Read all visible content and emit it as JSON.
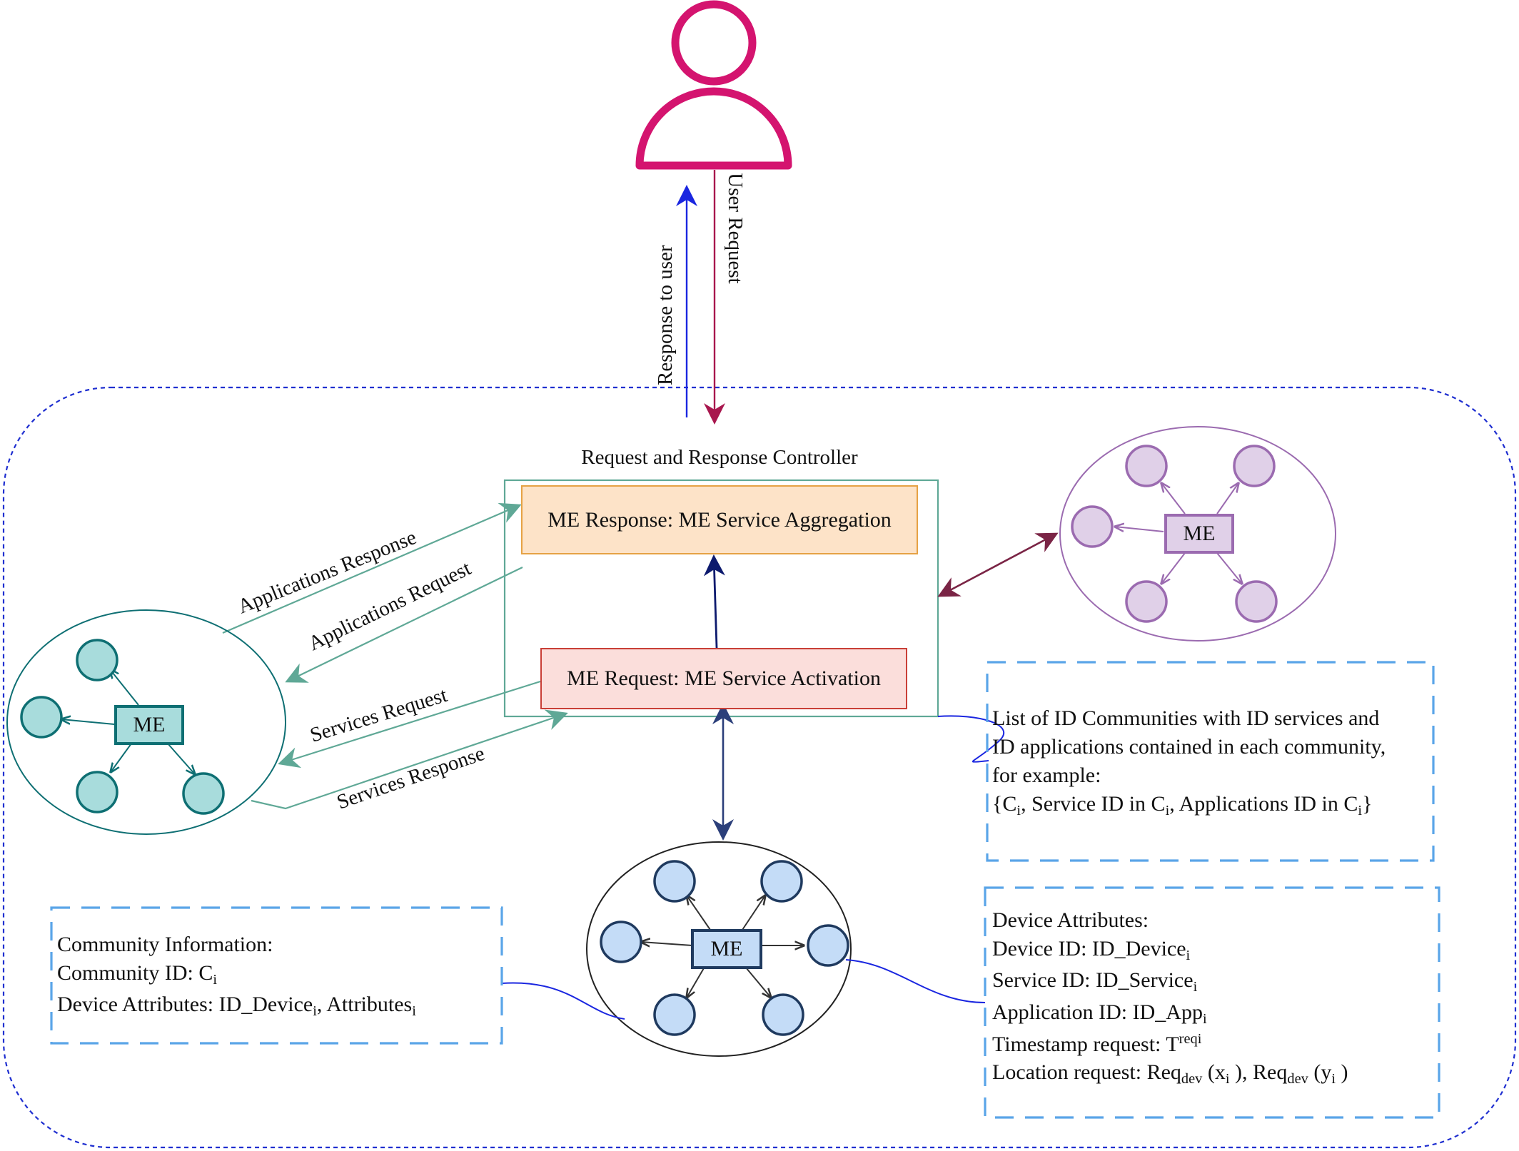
{
  "colors": {
    "user": "#d4146f",
    "outer_border": "#1f2fd0",
    "teal": "#5fa896",
    "teal_dark": "#0e6f73",
    "purple": "#9b6bb0",
    "navy": "#2b3f7a",
    "note_border": "#5aa5e8",
    "response_fill": "#fde3c8",
    "response_border": "#e6a245",
    "request_fill": "#fbdedb",
    "request_border": "#c93f37"
  },
  "icons": {
    "user": "person-icon"
  },
  "user_arrows": {
    "response_label": "Response to user",
    "request_label": "User Request"
  },
  "controller": {
    "title": "Request and Response Controller",
    "response_box": "ME Response: ME Service Aggregation",
    "request_box": "ME Request: ME Service Activation"
  },
  "flows": {
    "applications_response": "Applications Response",
    "applications_request": "Applications Request",
    "services_request": "Services Request",
    "services_response": "Services Response"
  },
  "communities": {
    "left": {
      "hub_label": "ME"
    },
    "right": {
      "hub_label": "ME"
    },
    "bottom": {
      "hub_label": "ME"
    }
  },
  "notes": {
    "communities_list": {
      "line1": "List of ID Communities with ID services and",
      "line2": "ID applications contained in each community,",
      "line3": "for example:",
      "line4_open": "{C",
      "sub_i": "i",
      "line4_mid1": ", Service ID in C",
      "line4_mid2": ", Applications ID in  C",
      "line4_close": "}"
    },
    "community_info": {
      "title": "Community Information:",
      "community_id_prefix": "Community ID: C",
      "sub_i": "i",
      "device_attrs_prefix": "Device Attributes: ID_Device",
      "device_attrs_mid": ", Attributes"
    },
    "device_attributes": {
      "title": "Device Attributes:",
      "device_id_prefix": "Device ID: ID_Device",
      "service_id_prefix": "Service ID: ID_Service",
      "application_id_prefix": "Application ID: ID_App",
      "sub_i": "i",
      "timestamp_prefix": "Timestamp request: T",
      "timestamp_sup": "reqi",
      "location_prefix": "Location request: Req",
      "sub_dev": "dev",
      "location_x_open": " (x",
      "location_x_close": " ), Req",
      "location_y_open": " (y",
      "location_y_close": " )"
    }
  }
}
